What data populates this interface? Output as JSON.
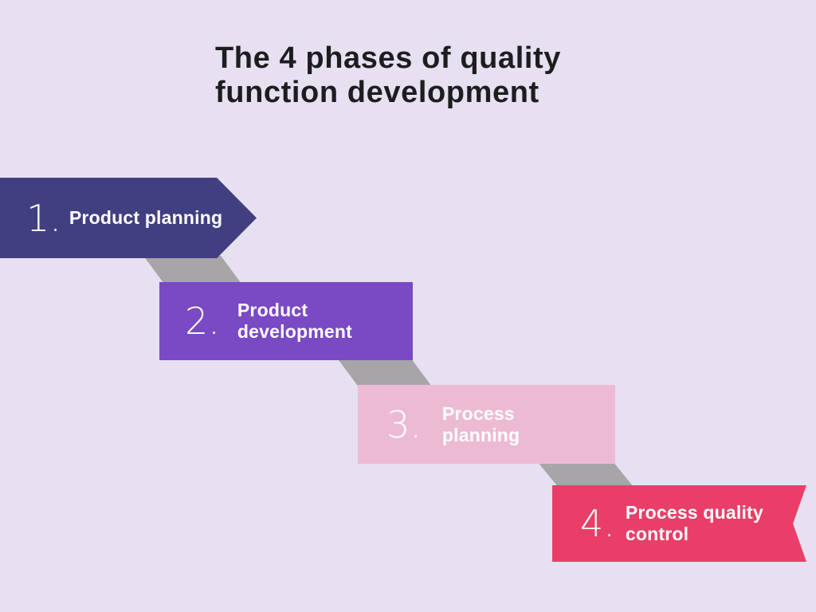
{
  "title": {
    "line1": "The 4 phases of quality",
    "line2": "function development"
  },
  "steps": [
    {
      "number": "1.",
      "line1": "Product planning",
      "line2": "",
      "color": "#423f81"
    },
    {
      "number": "2.",
      "line1": "Product",
      "line2": "development",
      "color": "#7a49c4"
    },
    {
      "number": "3.",
      "line1": "Process",
      "line2": "planning",
      "color": "#edbad4"
    },
    {
      "number": "4.",
      "line1": "Process quality",
      "line2": "control",
      "color": "#e93e68"
    }
  ],
  "colors": {
    "background": "#e6e0f1",
    "connector": "#a7a5a7",
    "title_text": "#1d1d1f",
    "step_text": "#ffffff"
  }
}
